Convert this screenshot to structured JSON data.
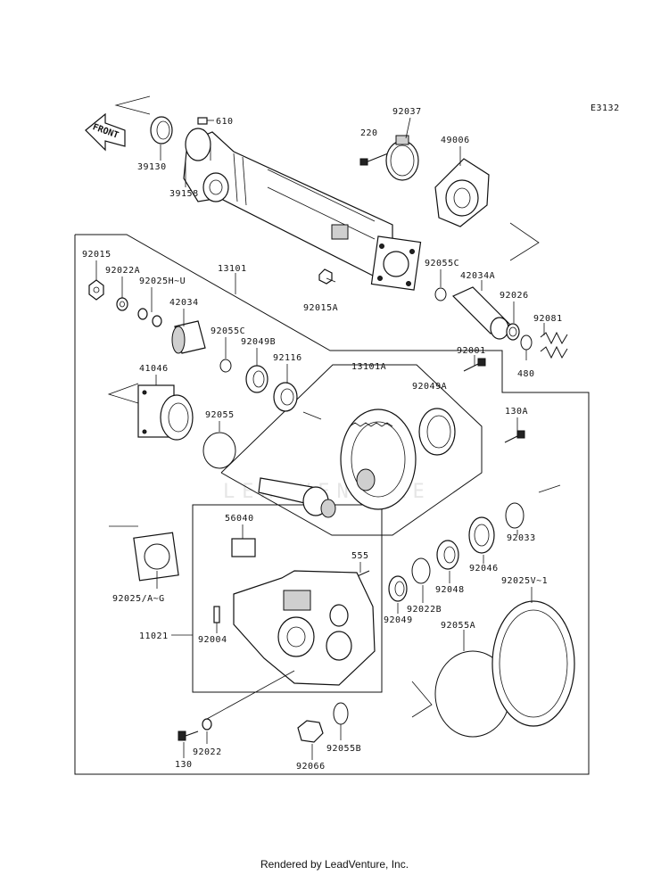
{
  "diagram_code": "E3132",
  "front_label": "FRONT",
  "watermark": "LEADVENTURE",
  "footer": "Rendered by LeadVenture, Inc.",
  "labels": {
    "p39130": "39130",
    "p610": "610",
    "p39158": "39158",
    "p220": "220",
    "p92037": "92037",
    "p49006": "49006",
    "p92015": "92015",
    "p92022A": "92022A",
    "p92025HU": "92025H~U",
    "p13101": "13101",
    "p42034": "42034",
    "p92015A": "92015A",
    "p92055C_top": "92055C",
    "p42034A": "42034A",
    "p92026": "92026",
    "p92081": "92081",
    "p480": "480",
    "p92055C_mid": "92055C",
    "p92049B": "92049B",
    "p92116": "92116",
    "p92001": "92001",
    "p41046": "41046",
    "p13101A": "13101A",
    "p92049A": "92049A",
    "p130A": "130A",
    "p92055": "92055",
    "p56040": "56040",
    "p555": "555",
    "p92033": "92033",
    "p92046": "92046",
    "p92048": "92048",
    "p92022B": "92022B",
    "p92049": "92049",
    "p92025AG": "92025/A~G",
    "p92025V1": "92025V~1",
    "p11021": "11021",
    "p92004": "92004",
    "p92055A": "92055A",
    "p130": "130",
    "p92022": "92022",
    "p92066": "92066",
    "p92055B": "92055B"
  }
}
